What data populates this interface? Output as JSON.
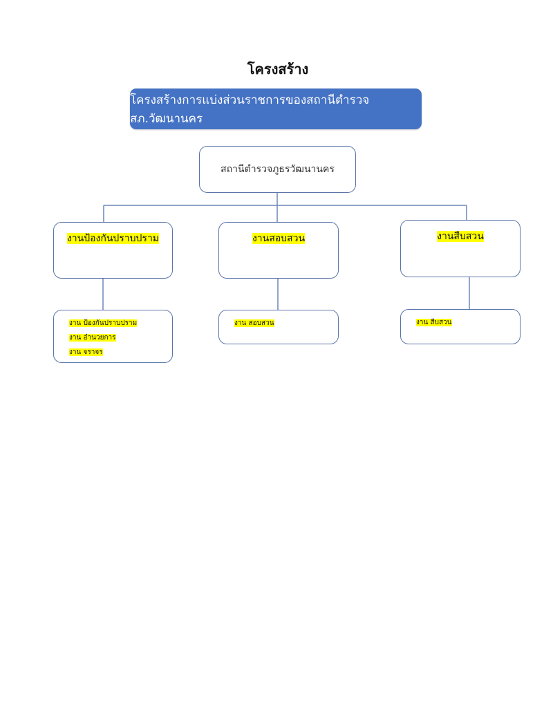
{
  "title": "โครงสร้าง",
  "banner": "โครงสร้างการแบ่งส่วนราชการของสถานีตำรวจ สภ.วัฒนานคร",
  "root": "สถานีตำรวจภูธรวัฒนานคร",
  "divisions": [
    {
      "label": "งานป้องกันปราบปราม",
      "items": [
        "งาน ป้องกันปราบปราม",
        "งาน อำนวยการ",
        "งาน จราจร"
      ]
    },
    {
      "label": "งานสอบสวน",
      "items": [
        "งาน สอบสวน"
      ]
    },
    {
      "label": "งานสืบสวน",
      "items": [
        "งาน สืบสวน"
      ]
    }
  ],
  "colors": {
    "banner": "#4472C4",
    "highlight": "#FFFF00",
    "line": "#5A74A8"
  }
}
